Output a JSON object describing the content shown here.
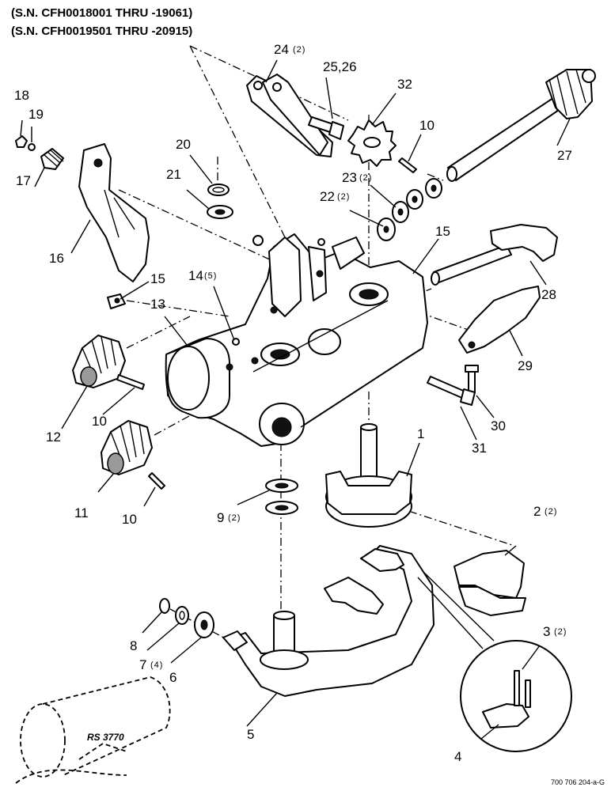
{
  "header": {
    "line1": "(S.N. CFH0018001 THRU -19061)",
    "line2": "(S.N. CFH0019501 THRU -20915)"
  },
  "drawing_code": "700 706 204-a-G",
  "callouts": [
    {
      "label": "1",
      "qty": ""
    },
    {
      "label": "2",
      "qty": "(2)"
    },
    {
      "label": "3",
      "qty": "(2)"
    },
    {
      "label": "4",
      "qty": ""
    },
    {
      "label": "5",
      "qty": ""
    },
    {
      "label": "6",
      "qty": ""
    },
    {
      "label": "7",
      "qty": "(4)"
    },
    {
      "label": "8",
      "qty": ""
    },
    {
      "label": "9",
      "qty": "(2)"
    },
    {
      "label": "10",
      "qty": ""
    },
    {
      "label": "10",
      "qty": ""
    },
    {
      "label": "10",
      "qty": ""
    },
    {
      "label": "11",
      "qty": ""
    },
    {
      "label": "12",
      "qty": ""
    },
    {
      "label": "13",
      "qty": ""
    },
    {
      "label": "14",
      "qty": "(5)"
    },
    {
      "label": "15",
      "qty": ""
    },
    {
      "label": "15",
      "qty": ""
    },
    {
      "label": "16",
      "qty": ""
    },
    {
      "label": "17",
      "qty": ""
    },
    {
      "label": "18",
      "qty": ""
    },
    {
      "label": "19",
      "qty": ""
    },
    {
      "label": "20",
      "qty": ""
    },
    {
      "label": "21",
      "qty": ""
    },
    {
      "label": "22",
      "qty": "(2)"
    },
    {
      "label": "23",
      "qty": "(2)"
    },
    {
      "label": "24",
      "qty": "(2)"
    },
    {
      "label": "25,26",
      "qty": ""
    },
    {
      "label": "27",
      "qty": ""
    },
    {
      "label": "28",
      "qty": ""
    },
    {
      "label": "29",
      "qty": ""
    },
    {
      "label": "30",
      "qty": ""
    },
    {
      "label": "31",
      "qty": ""
    },
    {
      "label": "32",
      "qty": ""
    }
  ],
  "tractor_decal": "RS 3770"
}
